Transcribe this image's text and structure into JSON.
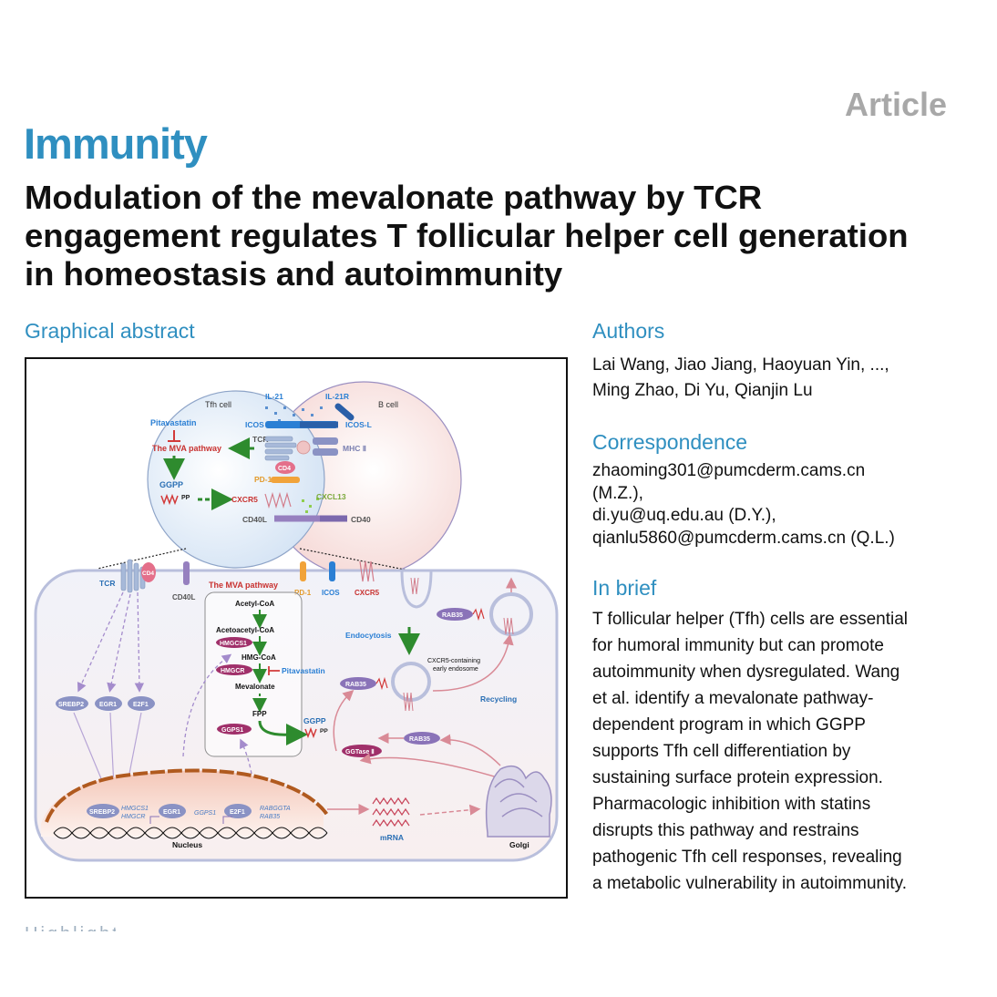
{
  "header": {
    "article_label": "Article",
    "journal": "Immunity",
    "title": "Modulation of the mevalonate pathway by TCR engagement regulates T follicular helper cell generation in homeostasis and autoimmunity"
  },
  "graphical_abstract": {
    "heading": "Graphical abstract",
    "labels": {
      "tfh_cell": "Tfh cell",
      "b_cell": "B cell",
      "il21": "IL-21",
      "il21r": "IL-21R",
      "pitavastatin": "Pitavastatin",
      "icos": "ICOS",
      "icosl": "ICOS-L",
      "tcr": "TCR",
      "mhc2": "MHC Ⅱ",
      "mva_pathway": "The MVA pathway",
      "cd4": "CD4",
      "pd1": "PD-1",
      "ggpp": "GGPP",
      "pp": "PP",
      "cxcr5": "CXCR5",
      "cxcl13": "CXCL13",
      "cd40l": "CD40L",
      "cd40": "CD40",
      "acetyl_coa": "Acetyl-CoA",
      "acetoacetyl_coa": "Acetoacetyl-CoA",
      "hmgcs1": "HMGCS1",
      "hmg_coa": "HMG-CoA",
      "hmgcr": "HMGCR",
      "mevalonate": "Mevalonate",
      "fpp": "FPP",
      "ggps1": "GGPS1",
      "rab35": "RAB35",
      "endocytosis": "Endocytosis",
      "endosome": "CXCR5-containing early endosome",
      "recycling": "Recycling",
      "ggtase": "GGTase Ⅱ",
      "srebp2": "SREBP2",
      "egr1": "EGR1",
      "e2f1": "E2F1",
      "gene_hmgcs1": "HMGCS1",
      "gene_hmgcr": "HMGCR",
      "gene_ggps1": "GGPS1",
      "gene_rabggta": "RABGGTA",
      "gene_rab35": "RAB35",
      "mrna": "mRNA",
      "nucleus": "Nucleus",
      "golgi": "Golgi"
    }
  },
  "authors": {
    "heading": "Authors",
    "line1": "Lai Wang, Jiao Jiang, Haoyuan Yin, ...,",
    "line2": "Ming Zhao, Di Yu, Qianjin Lu"
  },
  "correspondence": {
    "heading": "Correspondence",
    "lines": [
      "zhaoming301@pumcderm.cams.cn",
      "(M.Z.),",
      "di.yu@uq.edu.au (D.Y.),",
      "qianlu5860@pumcderm.cams.cn (Q.L.)"
    ]
  },
  "in_brief": {
    "heading": "In brief",
    "lines": [
      "T follicular helper (Tfh) cells are essential",
      "for humoral immunity but can promote",
      "autoimmunity when dysregulated. Wang",
      "et al. identify a mevalonate pathway-",
      "dependent program in which GGPP",
      "supports Tfh cell differentiation by",
      "sustaining surface protein expression.",
      "Pharmacologic inhibition with statins",
      "disrupts this pathway and restrains",
      "pathogenic Tfh cell responses, revealing",
      "a metabolic vulnerability in autoimmunity."
    ]
  },
  "colors": {
    "accent": "#2f8fc0",
    "muted_label": "#a8a8a8",
    "icos_blue": "#2a7fd4",
    "arrow_green": "#2e8b2e",
    "inhibit_red": "#d23a3a",
    "node_purple": "#8a73b8",
    "hmg_magenta": "#a0306a"
  }
}
